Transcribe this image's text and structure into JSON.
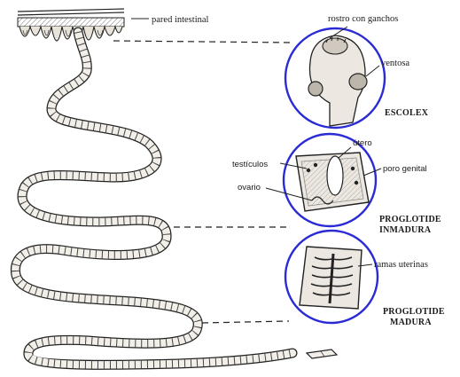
{
  "diagram": {
    "labels": {
      "intestinal_wall": "pared intestinal",
      "rostrum": "rostro con ganchos",
      "sucker": "ventosa",
      "scolex": "ESCOLEX",
      "uterus": "útero",
      "testes": "testículos",
      "genital_pore": "poro genital",
      "ovary": "ovario",
      "immature_line1": "PROGLOTIDE",
      "immature_line2": "INMADURA",
      "uterine_branches": "ramas uterinas",
      "mature_line1": "PROGLOTIDE",
      "mature_line2": "MADURA"
    },
    "colors": {
      "circle": "#2b2bd6",
      "ink": "#1a1a1a",
      "segment_fill": "#f2efe9"
    }
  }
}
